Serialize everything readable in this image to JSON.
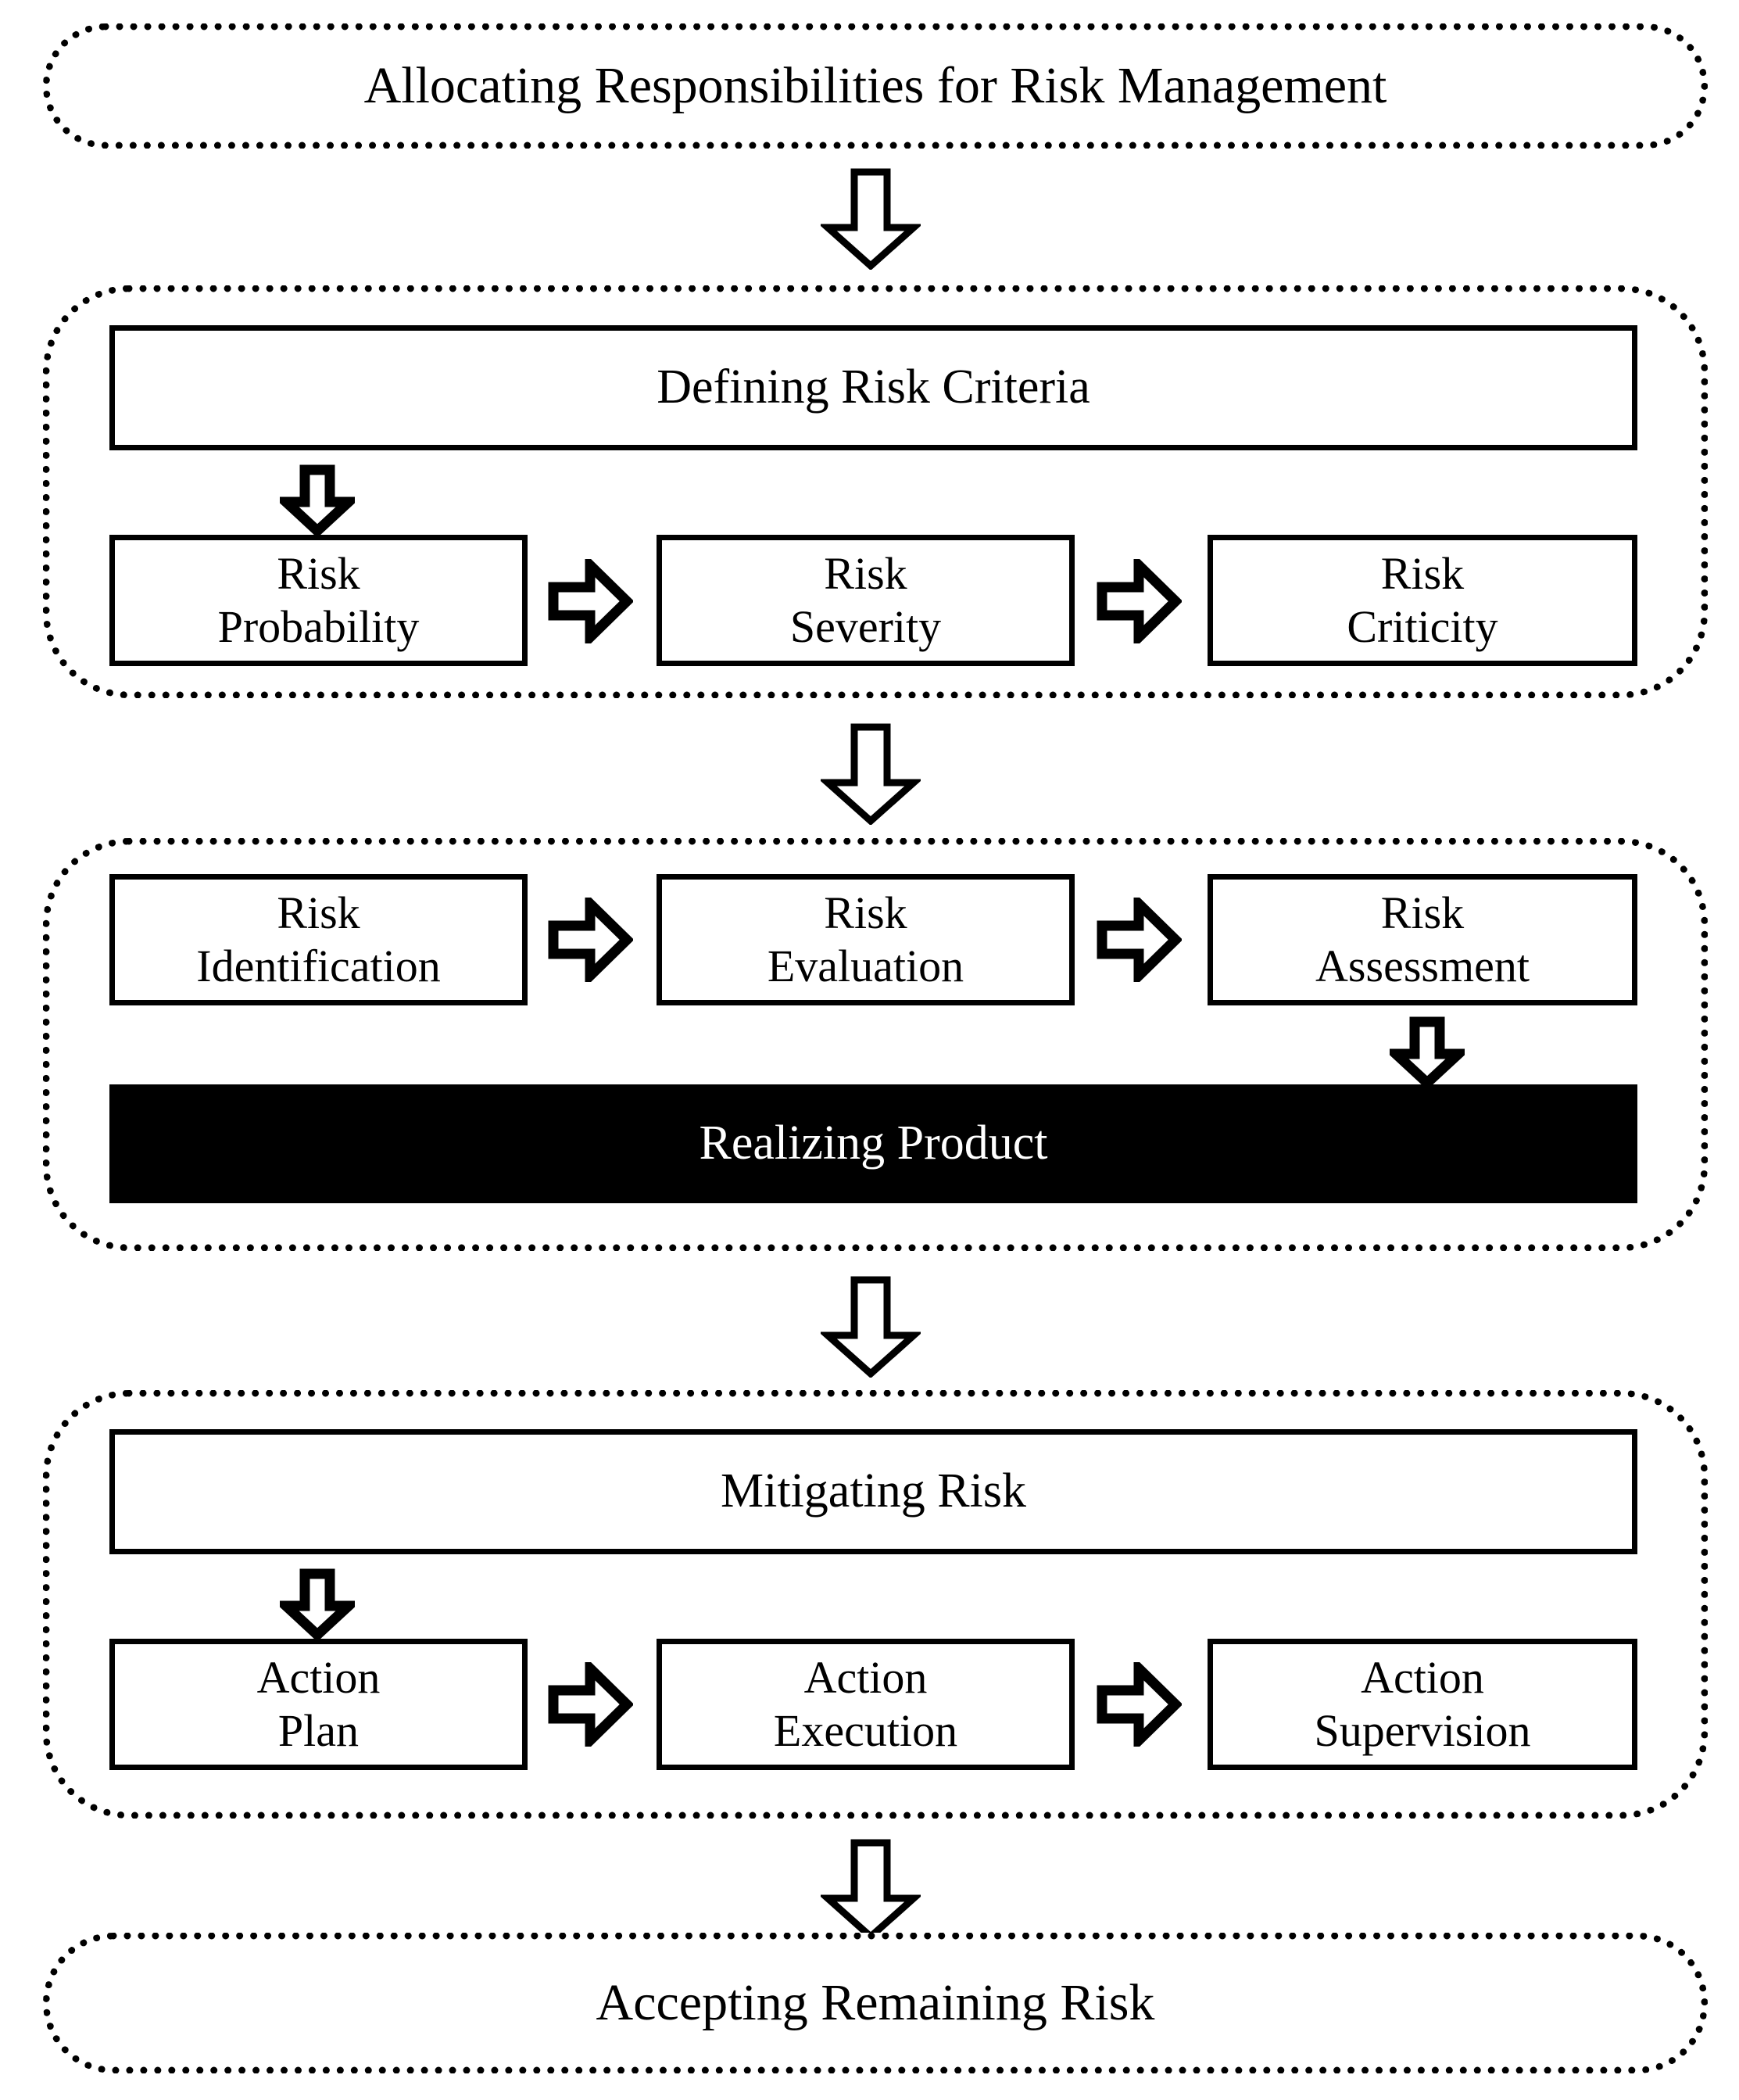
{
  "diagram": {
    "title": "Allocating Responsibilities for Risk Management",
    "stages": {
      "top_capsule": "Allocating Responsibilities for Risk Management",
      "bottom_capsule": "Accepting Remaining Risk"
    },
    "group1": {
      "header": "Defining Risk Criteria",
      "steps": [
        "Risk\nProbability",
        "Risk\nSeverity",
        "Risk\nCriticity"
      ]
    },
    "group2": {
      "steps": [
        "Risk\nIdentification",
        "Risk\nEvaluation",
        "Risk\nAssessment"
      ],
      "output": "Realizing Product"
    },
    "group3": {
      "header": "Mitigating Risk",
      "steps": [
        "Action\nPlan",
        "Action\nExecution",
        "Action\nSupervision"
      ]
    },
    "colors": {
      "stroke": "#000000",
      "fill": "#FFFFFF",
      "highlight_fill": "#000000",
      "highlight_text": "#FFFFFF"
    },
    "icons": {
      "down_arrow": "down-block-arrow",
      "right_arrow": "right-block-arrow"
    }
  }
}
